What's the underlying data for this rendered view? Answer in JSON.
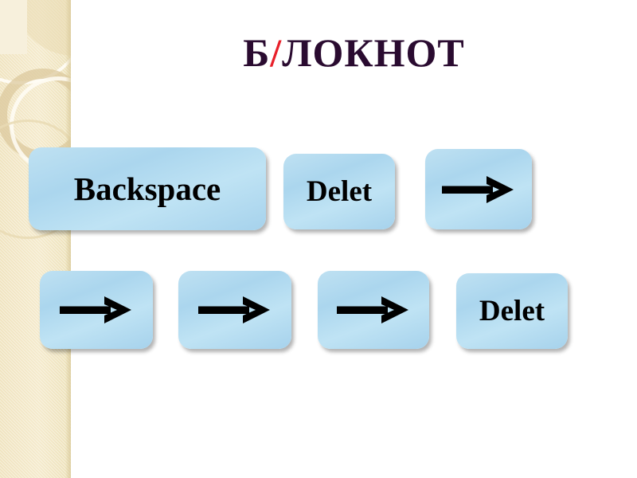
{
  "slide": {
    "title_prefix": "Б",
    "title_slash": "/",
    "title_suffix": "ЛОКНОТ",
    "title_full": "Б/ЛОКНОТ",
    "background_color": "#ffffff",
    "title_color": "#2a0b30",
    "slash_color": "#e8202a",
    "sidebar_color": "#f1e4bf",
    "key_fill_color": "#abd6ee"
  },
  "keys": {
    "row1": [
      {
        "id": "backspace",
        "label": "Backspace",
        "kind": "text"
      },
      {
        "id": "delete-1",
        "label": "Delet",
        "kind": "text"
      },
      {
        "id": "arrow-1",
        "label": "→",
        "kind": "icon",
        "icon": "arrow-right-icon"
      }
    ],
    "row2": [
      {
        "id": "arrow-2",
        "label": "→",
        "kind": "icon",
        "icon": "arrow-right-icon"
      },
      {
        "id": "arrow-3",
        "label": "→",
        "kind": "icon",
        "icon": "arrow-right-icon"
      },
      {
        "id": "arrow-4",
        "label": "→",
        "kind": "icon",
        "icon": "arrow-right-icon"
      },
      {
        "id": "delete-2",
        "label": "Delet",
        "kind": "text"
      }
    ]
  },
  "decor": {
    "sidebar_name": "decorative-sidebar",
    "shapes": [
      "circle-arc-large",
      "circle-ring-thick",
      "circle-ring-light",
      "circle-arc-low"
    ]
  }
}
